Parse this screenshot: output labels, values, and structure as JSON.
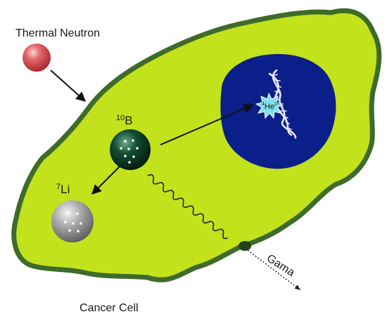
{
  "labels": {
    "thermal_neutron": "Thermal Neutron",
    "boron_mass": "10",
    "boron_symbol": "B",
    "lithium_mass": "7",
    "lithium_symbol": "Li",
    "helium_mass": "4",
    "helium_symbol": "He",
    "helium_charge": "2+",
    "gamma": "Gama",
    "cancer_cell": "Cancer Cell"
  },
  "colors": {
    "cytoplasm": "#c2e21c",
    "membrane": "#3f6b2a",
    "nucleus": "#0b1f8a",
    "neutron": "#d9444a",
    "boron": "#0e3f2a",
    "lithium": "#9a9a9a",
    "helium_burst": "#7fe0e8",
    "dna": "#e8e8f4"
  },
  "icons": {
    "neutron": "red-sphere-icon",
    "boron": "dark-green-sphere-icon",
    "lithium": "grey-sphere-icon",
    "helium": "star-burst-icon",
    "dna": "dna-helix-icon"
  }
}
